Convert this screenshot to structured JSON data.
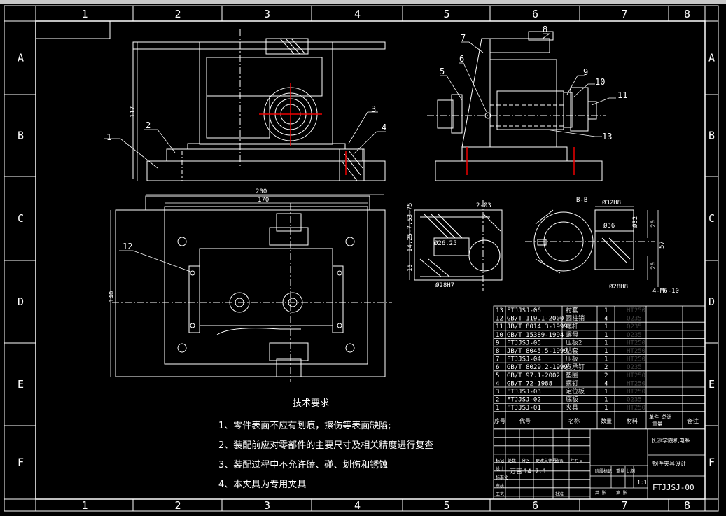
{
  "grid": {
    "columns": [
      "1",
      "2",
      "3",
      "4",
      "5",
      "6",
      "7",
      "8"
    ],
    "rows": [
      "A",
      "B",
      "C",
      "D",
      "E",
      "F"
    ]
  },
  "tech_requirements": {
    "title": "技术要求",
    "items": [
      "1、零件表面不应有划痕，擦伤等表面缺陷;",
      "2、装配前应对零部件的主要尺寸及相关精度进行复查",
      "3、装配过程中不允许磕、碰、划伤和锈蚀",
      "4、本夹具为专用夹具"
    ]
  },
  "part_callouts": [
    "1",
    "2",
    "3",
    "4",
    "5",
    "6",
    "7",
    "8",
    "9",
    "10",
    "11",
    "12",
    "13"
  ],
  "dimensions": {
    "height_117": "117",
    "width_200": "200",
    "width_170": "170",
    "height_140": "140",
    "d_26": "Ø26.25",
    "d_28h7": "Ø28H7",
    "d_32h8": "Ø32H8",
    "d_36": "Ø36",
    "d_28h8": "Ø28H8",
    "d_32": "Ø32",
    "dim_14": "14.25-7.53-75",
    "dim_15": "15",
    "dim_2": "2-Ø3",
    "dim_20a": "20",
    "dim_57": "57",
    "dim_20b": "20",
    "thread": "4-M6-10",
    "section_label": "B-B"
  },
  "bom": {
    "rows": [
      {
        "no": "13",
        "code": "FTJJSJ-06",
        "name": "衬套",
        "qty": "1",
        "material": "HT250"
      },
      {
        "no": "12",
        "code": "GB/T 119.1-2000",
        "name": "圆柱销",
        "qty": "4",
        "material": "Q235"
      },
      {
        "no": "11",
        "code": "JB/T 8014.3-1999",
        "name": "螺杆",
        "qty": "1",
        "material": "Q235"
      },
      {
        "no": "10",
        "code": "GB/T 15389-1994",
        "name": "螺母",
        "qty": "1",
        "material": "Q235"
      },
      {
        "no": "9",
        "code": "FTJJSJ-05",
        "name": "压板2",
        "qty": "1",
        "material": "HT250"
      },
      {
        "no": "8",
        "code": "JB/T 8045.5-1999",
        "name": "钻套",
        "qty": "1",
        "material": "HT250"
      },
      {
        "no": "7",
        "code": "FTJJSJ-04",
        "name": "压板",
        "qty": "1",
        "material": "HT250"
      },
      {
        "no": "6",
        "code": "GB/T 8029.2-1999",
        "name": "支承钉",
        "qty": "2",
        "material": "Q235"
      },
      {
        "no": "5",
        "code": "GB/T 97.1-2002",
        "name": "垫圈",
        "qty": "2",
        "material": "HT250"
      },
      {
        "no": "4",
        "code": "GB/T 72-1988",
        "name": "螺钉",
        "qty": "4",
        "material": "HT250"
      },
      {
        "no": "3",
        "code": "FTJJSJ-03",
        "name": "定位板",
        "qty": "1",
        "material": "HT250"
      },
      {
        "no": "2",
        "code": "FTJJSJ-02",
        "name": "底板",
        "qty": "1",
        "material": "Q235"
      },
      {
        "no": "1",
        "code": "FTJJSJ-01",
        "name": "夹具",
        "qty": "1",
        "material": "HT250"
      }
    ],
    "header": {
      "no": "序号",
      "code": "代号",
      "name": "名称",
      "qty": "数量",
      "material": "材料",
      "weight": "单件 总计",
      "weight2": "重量",
      "remark": "备注"
    }
  },
  "title_block": {
    "school": "长沙学院机电系",
    "drawing_name": "钢件夹具设计",
    "drawing_no": "FTJJSJ-00",
    "designer": "万吉",
    "date": "14.7.1",
    "scale": "1:1",
    "small_labels": [
      "标记",
      "处数",
      "分区",
      "更改文件号",
      "签名",
      "年月日",
      "设计",
      "标准化",
      "阶段标记",
      "重量",
      "比例",
      "审核",
      "工艺",
      "批准",
      "共 张",
      "第 张"
    ]
  }
}
